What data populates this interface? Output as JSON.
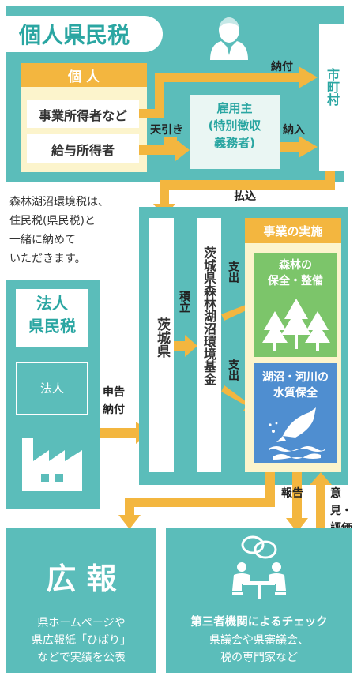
{
  "individual": {
    "title": "個人県民税",
    "individual_label": "個 人",
    "business_income": "事業所得者など",
    "salary_income": "給与所得者",
    "employer": "雇用主\n(特別徴収\n義務者)",
    "withholding": "天引き",
    "pay_in_1": "納入",
    "payment": "納付",
    "municipality": "市町村"
  },
  "transfer": "払込",
  "note": "森林湖沼環境税は、\n住民税(県民税)と\n一緒に納めて\nいただきます。",
  "corporate": {
    "title": "法人\n県民税",
    "corporation": "法人",
    "declare_pay": "申告\n納付"
  },
  "prefecture": "茨城県",
  "reserve": "積立",
  "fund": "茨城県森林湖沼環境基金",
  "spend_1": "支出",
  "spend_2": "支出",
  "projects": {
    "title": "事業の実施",
    "forest": "森林の\n保全・整備",
    "water": "湖沼・河川の\n水質保全"
  },
  "report": "報告",
  "opinion": "意見・\n評価",
  "publicity": {
    "title": "広 報",
    "text": "県ホームページや\n県広報紙「ひばり」\nなどで実績を公表"
  },
  "check": {
    "title": "第三者機関によるチェック",
    "text": "県議会や県審議会、\n税の専門家など"
  },
  "colors": {
    "teal": "#5bbdba",
    "orange": "#f3b63f",
    "cream": "#fcf4cc",
    "green": "#7cc56a",
    "blue": "#4f8ed0"
  }
}
